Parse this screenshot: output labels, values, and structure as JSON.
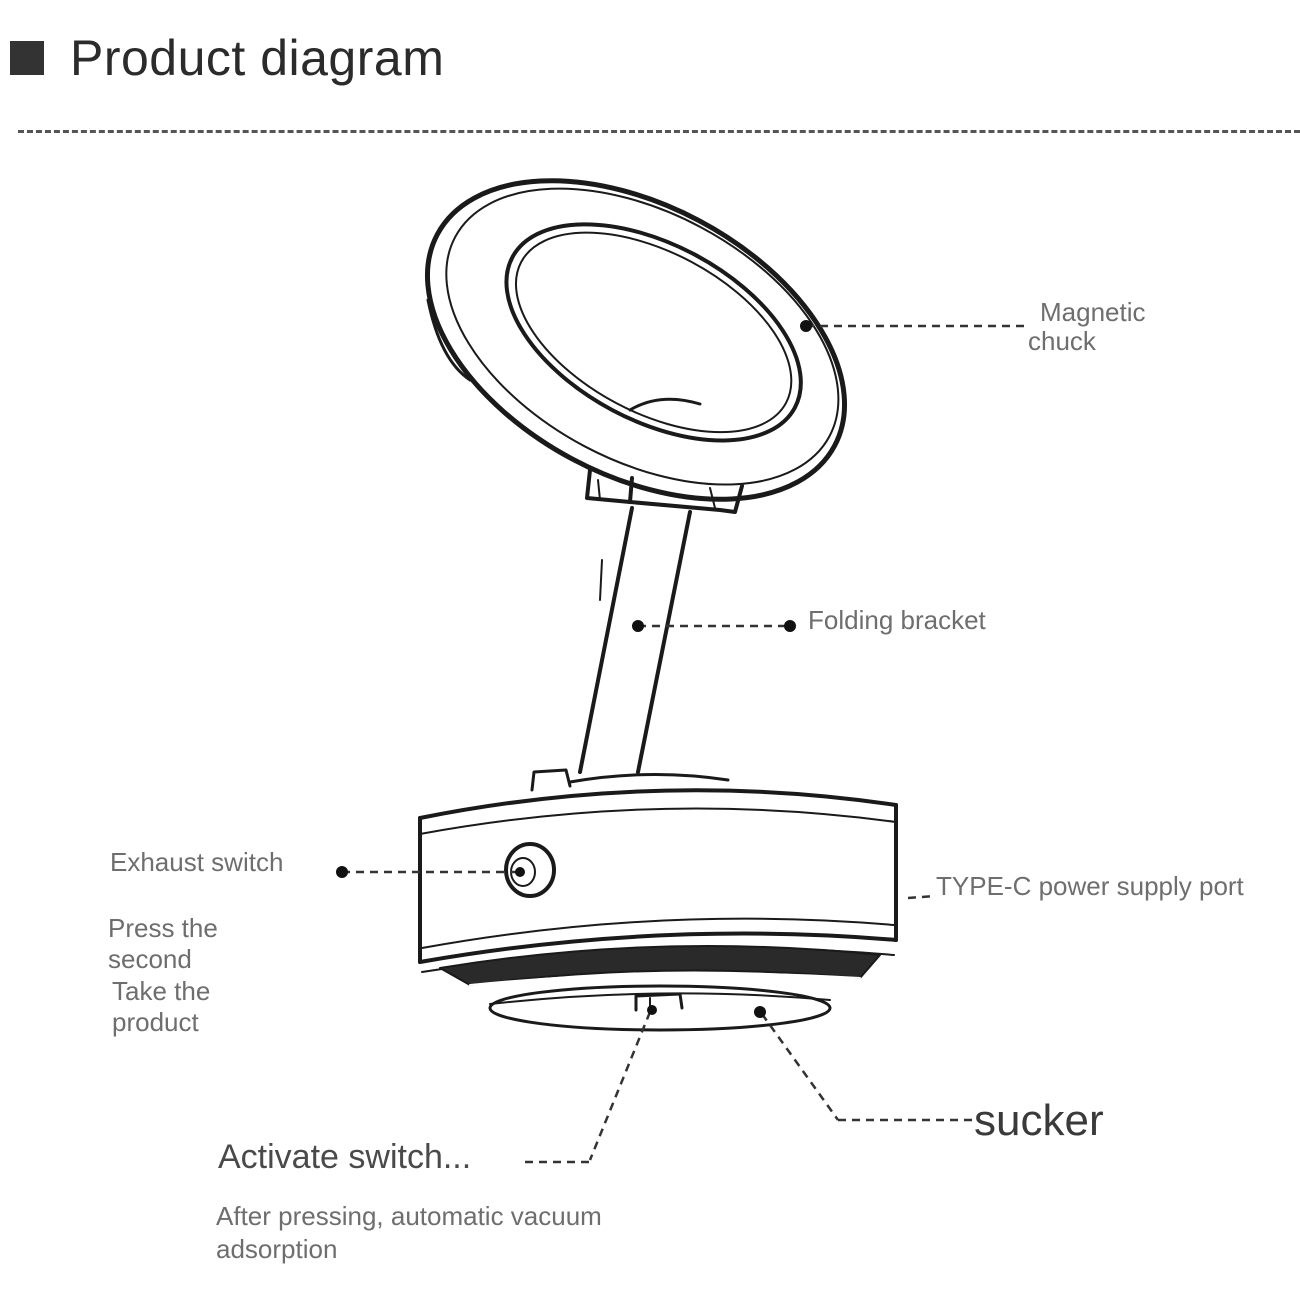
{
  "header": {
    "title": "Product diagram"
  },
  "labels": {
    "magnetic_chuck_1": "Magnetic",
    "magnetic_chuck_2": "chuck",
    "folding_bracket": "Folding bracket",
    "exhaust_switch": "Exhaust switch",
    "press_1": "Press the",
    "press_2": "second",
    "press_3": "Take the",
    "press_4": "product",
    "type_c": "TYPE-C power supply port",
    "sucker": "sucker",
    "activate_switch": "Activate switch...",
    "after_pressing_1": "After pressing, automatic vacuum",
    "after_pressing_2": "adsorption"
  }
}
